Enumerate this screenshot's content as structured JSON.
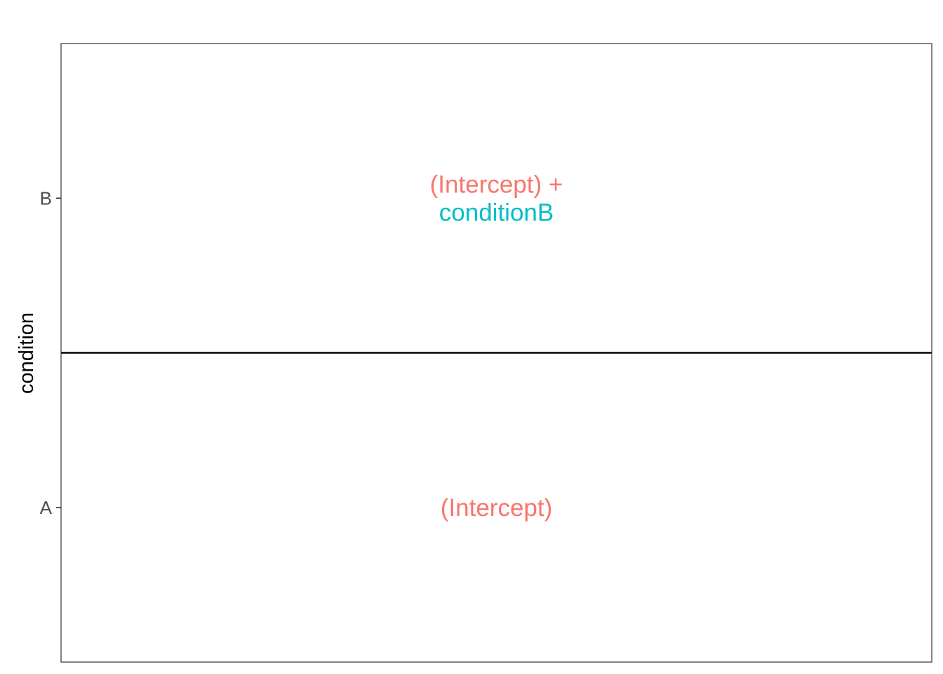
{
  "chart_data": {
    "type": "table",
    "ylabel": "condition",
    "xlabel": "",
    "categories": [
      "A",
      "B"
    ],
    "grid": false,
    "divider_between_rows": true,
    "cells": [
      {
        "category": "A",
        "lines": [
          [
            {
              "text": "(Intercept)",
              "color": "#F8766D"
            }
          ]
        ]
      },
      {
        "category": "B",
        "lines": [
          [
            {
              "text": "(Intercept) +",
              "color": "#F8766D"
            }
          ],
          [
            {
              "text": "conditionB",
              "color": "#00BFC4"
            }
          ]
        ]
      }
    ]
  },
  "colors": {
    "term_intercept": "#F8766D",
    "term_conditionB": "#00BFC4",
    "tick_label": "#4d4d4d",
    "axis_line": "#333333",
    "divider": "#000000"
  }
}
